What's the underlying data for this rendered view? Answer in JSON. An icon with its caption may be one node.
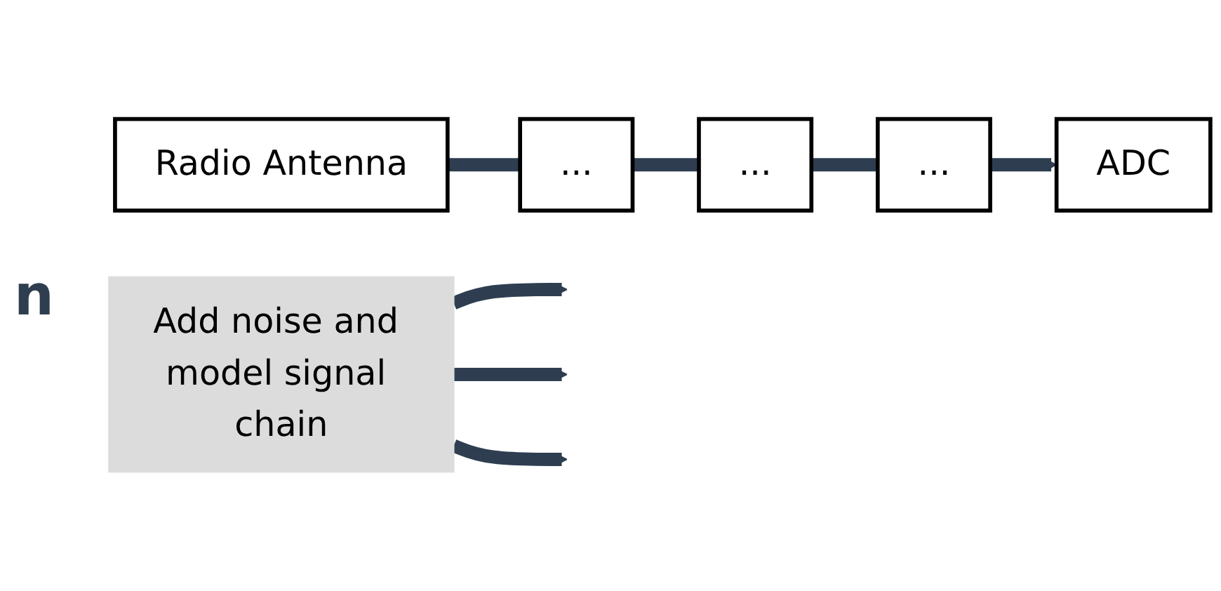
{
  "diagram": {
    "nodes": [
      {
        "text": [
          "Radio Antenna"
        ]
      },
      {
        "text": [
          "..."
        ]
      },
      {
        "text": [
          "..."
        ]
      },
      {
        "text": [
          "..."
        ]
      },
      {
        "text": [
          "ADC"
        ]
      },
      {
        "text": [
          "Add noise and model signal chain"
        ]
      }
    ],
    "edges": [
      {
        "from": 0,
        "to": 1,
        "arrow": "none"
      },
      {
        "from": 1,
        "to": 2,
        "arrow": "none"
      },
      {
        "from": 2,
        "to": 3,
        "arrow": "none"
      },
      {
        "from": 3,
        "to": 4,
        "arrow": "to"
      },
      {
        "from": 5,
        "to": null,
        "arrow": "to"
      },
      {
        "from": 5,
        "to": null,
        "arrow": "to"
      },
      {
        "from": 5,
        "to": null,
        "arrow": "to"
      }
    ],
    "labels": [
      "n"
    ]
  }
}
